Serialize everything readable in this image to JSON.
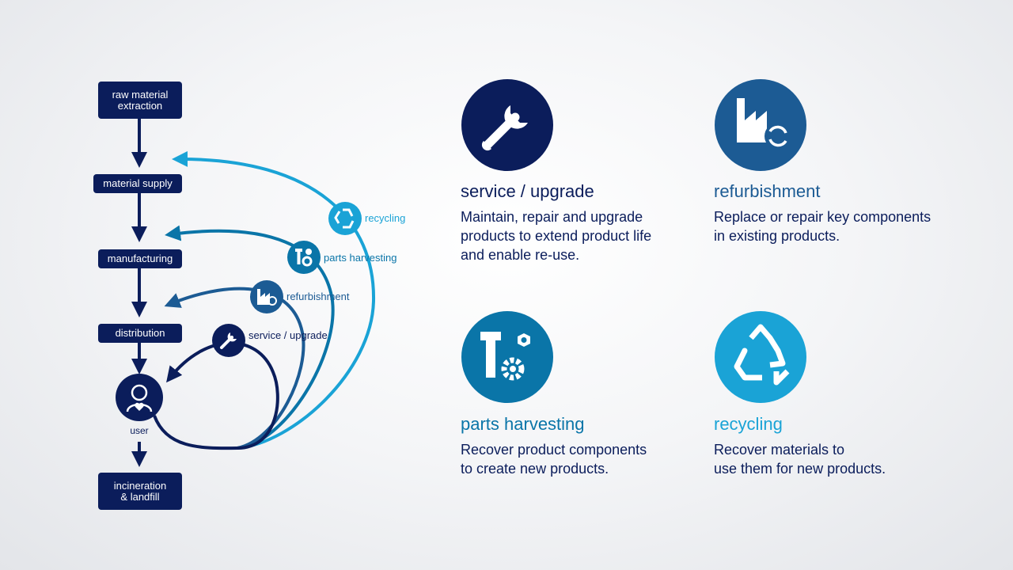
{
  "flow": {
    "raw_material": "raw material\nextraction",
    "material_supply": "material supply",
    "manufacturing": "manufacturing",
    "distribution": "distribution",
    "user": "user",
    "incineration": "incineration\n& landfill"
  },
  "loops": {
    "recycling": "recycling",
    "parts_harvesting": "parts harvesting",
    "refurbishment": "refurbishment",
    "service_upgrade": "service / upgrade"
  },
  "cards": {
    "service": {
      "title": "service / upgrade",
      "desc": "Maintain, repair and upgrade\nproducts to extend product life\nand enable re-use."
    },
    "refurbishment": {
      "title": "refurbishment",
      "desc": "Replace or repair key components\nin existing products."
    },
    "parts": {
      "title": "parts harvesting",
      "desc": "Recover product components\nto create new products."
    },
    "recycling": {
      "title": "recycling",
      "desc": "Recover materials to\nuse them for new products."
    }
  },
  "colors": {
    "navy": "#0b1d5b",
    "refurb_blue": "#1c5b94",
    "parts_blue": "#0a75a8",
    "recycle_blue": "#1aa3d6"
  },
  "icons": [
    "wrench-icon",
    "factory-refresh-icon",
    "tools-icon",
    "recycle-icon",
    "user-heart-icon"
  ]
}
